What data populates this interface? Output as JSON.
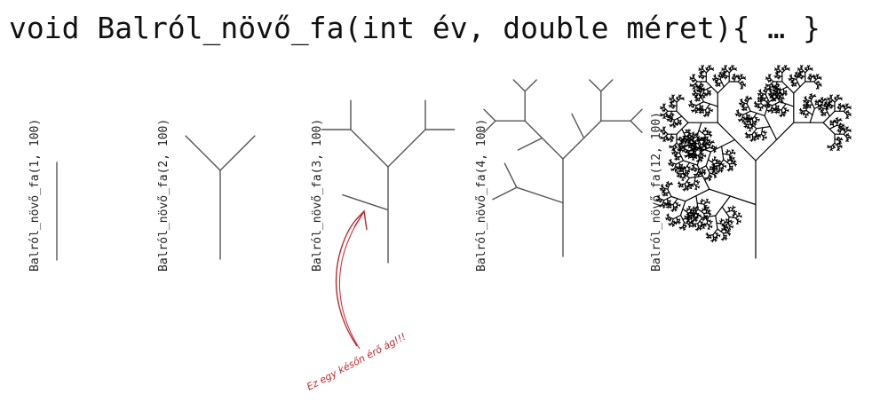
{
  "title": "void Balról_növő_fa(int év, double méret){ … }",
  "panels": [
    {
      "label": "Balról_növő_fa(1, 100)",
      "years": 1,
      "size": 100
    },
    {
      "label": "Balról_növő_fa(2, 100)",
      "years": 2,
      "size": 100
    },
    {
      "label": "Balról_növő_fa(3, 100)",
      "years": 3,
      "size": 100
    },
    {
      "label": "Balról_növő_fa(4, 100)",
      "years": 4,
      "size": 100
    },
    {
      "label": "Balról_növő_fa(12, 100)",
      "years": 12,
      "size": 100
    }
  ],
  "annotation": "Ez egy későn érő ág!!!",
  "colors": {
    "tree": "#555555",
    "dense_tree": "#000000",
    "annotation": "#c0282d",
    "text": "#111111"
  }
}
